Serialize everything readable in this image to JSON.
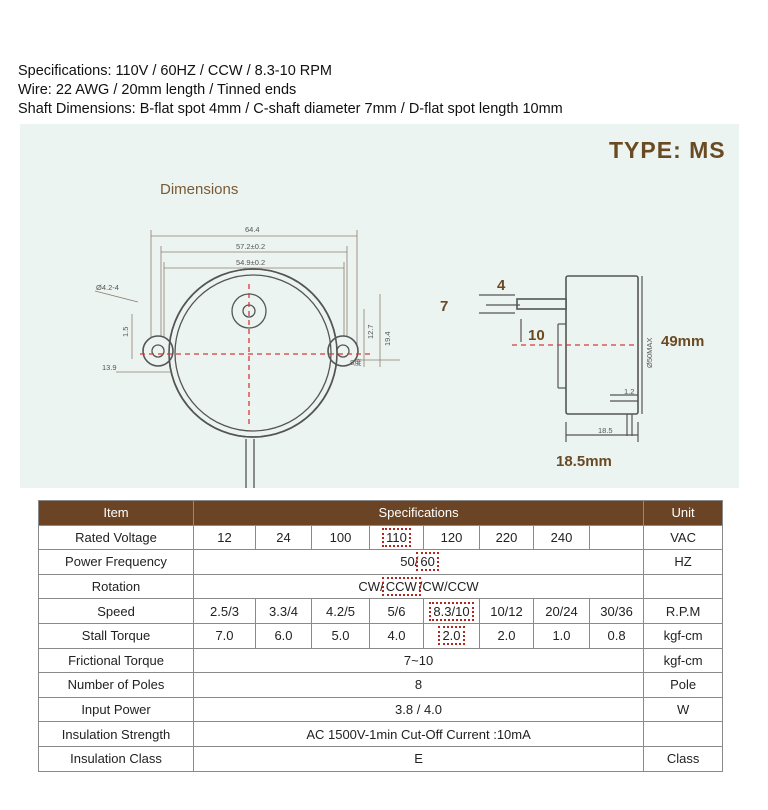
{
  "specs": {
    "line1": "Specifications: 110V  /  60HZ  /  CCW  /  8.3-10 RPM",
    "line2": "Wire: 22 AWG  /  20mm length  /  Tinned ends",
    "line3": "Shaft Dimensions:  B-flat spot 4mm  /  C-shaft diameter 7mm  /  D-flat spot length 10mm"
  },
  "drawing": {
    "type_label": "TYPE:  MS",
    "title": "Dimensions",
    "dims": {
      "d644": "64.4",
      "d572": "57.2±0.2",
      "d549": "54.9±0.2",
      "hole": "Ø4.2-4",
      "d15": "1.5",
      "d139": "13.9",
      "d127": "12.7",
      "d194": "19.4",
      "d8": "8度",
      "d50max": "Ø50MAX",
      "d12": "1.2",
      "d185": "18.5"
    },
    "labels": {
      "seven": "7",
      "four": "4",
      "ten": "10",
      "height": "49mm",
      "depth": "18.5mm"
    }
  },
  "table": {
    "headers": [
      "Item",
      "Specifications",
      "Unit"
    ],
    "rated_voltage": {
      "label": "Rated Voltage",
      "values": [
        "12",
        "24",
        "100",
        "110",
        "120",
        "220",
        "240",
        ""
      ],
      "unit": "VAC"
    },
    "power_frequency": {
      "label": "Power Frequency",
      "pre": "50/",
      "hl": "60",
      "unit": "HZ"
    },
    "rotation": {
      "label": "Rotation",
      "pre": "CW/",
      "hl": "CCW",
      "post": "/CW/CCW",
      "unit": ""
    },
    "speed": {
      "label": "Speed",
      "values": [
        "2.5/3",
        "3.3/4",
        "4.2/5",
        "5/6",
        "8.3/10",
        "10/12",
        "20/24",
        "30/36"
      ],
      "unit": "R.P.M"
    },
    "stall_torque": {
      "label": "Stall Torque",
      "values": [
        "7.0",
        "6.0",
        "5.0",
        "4.0",
        "2.0",
        "2.0",
        "1.0",
        "0.8"
      ],
      "unit": "kgf-cm"
    },
    "frictional_torque": {
      "label": "Frictional Torque",
      "value": "7~10",
      "unit": "kgf-cm"
    },
    "poles": {
      "label": "Number of Poles",
      "value": "8",
      "unit": "Pole"
    },
    "input_power": {
      "label": "Input Power",
      "value": "3.8 / 4.0",
      "unit": "W"
    },
    "insulation_strength": {
      "label": "Insulation Strength",
      "value": "AC 1500V-1min Cut-Off Current :10mA",
      "unit": ""
    },
    "insulation_class": {
      "label": "Insulation Class",
      "value": "E",
      "unit": "Class"
    }
  }
}
